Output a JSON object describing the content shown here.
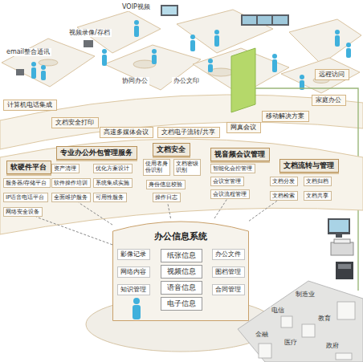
{
  "diagram": {
    "nodes": [
      {
        "text": [
          "计算机电话集成"
        ]
      },
      {
        "text": [
          "文档安全打印"
        ]
      },
      {
        "text": [
          "高速多媒体会议"
        ]
      },
      {
        "text": [
          "文档电子流转/共享"
        ]
      },
      {
        "text": [
          "网真会议"
        ]
      },
      {
        "text": [
          "移动解决方案"
        ]
      },
      {
        "text": [
          "远程访问"
        ]
      },
      {
        "text": [
          "家庭办公"
        ]
      },
      {
        "text": [
          "软硬件平台"
        ]
      },
      {
        "text": [
          "服务器/存储平台"
        ]
      },
      {
        "text": [
          "IP语音电话平台"
        ]
      },
      {
        "text": [
          "网络安全设备"
        ]
      },
      {
        "text": [
          "专业办公外包管理服务"
        ]
      },
      {
        "text": [
          "资产清理"
        ]
      },
      {
        "text": [
          "优化方案设计"
        ]
      },
      {
        "text": [
          "软件操作培训"
        ]
      },
      {
        "text": [
          "系统集成实施"
        ]
      },
      {
        "text": [
          "全面维护服务"
        ]
      },
      {
        "text": [
          "可用性服务"
        ]
      },
      {
        "text": [
          "文档安全"
        ]
      },
      {
        "text": [
          "使用者身份识别"
        ]
      },
      {
        "text": [
          "文档密级识别"
        ]
      },
      {
        "text": [
          "身份信息校验"
        ]
      },
      {
        "text": [
          "操作日志"
        ]
      },
      {
        "text": [
          "视音频会议管理"
        ]
      },
      {
        "text": [
          "智能化会控管理"
        ]
      },
      {
        "text": [
          "会议室管理"
        ]
      },
      {
        "text": [
          "会议流程管理"
        ]
      },
      {
        "text": [
          "文档流转与管理"
        ]
      },
      {
        "text": [
          "文档分发"
        ]
      },
      {
        "text": [
          "文档归档"
        ]
      },
      {
        "text": [
          "文档检索"
        ]
      },
      {
        "text": [
          "文档共享"
        ]
      },
      {
        "text": [
          "办公信息系统"
        ]
      },
      {
        "text": [
          "影像记录"
        ],
        "in": 33
      },
      {
        "text": [
          "网络内容"
        ],
        "in": 33
      },
      {
        "text": [
          "知识管理"
        ],
        "in": 33
      },
      {
        "text": [
          "纸张信息"
        ],
        "in": 33
      },
      {
        "text": [
          "视频信息"
        ],
        "in": 33
      },
      {
        "text": [
          "语音信息"
        ],
        "in": 33
      },
      {
        "text": [
          "电子信息"
        ],
        "in": 33
      },
      {
        "text": [
          "办公文件"
        ],
        "in": 33
      },
      {
        "text": [
          "图档管理"
        ],
        "in": 33
      },
      {
        "text": [
          "合同管理"
        ],
        "in": 33
      }
    ],
    "edges": [
      {
        "from": 33,
        "to": 11,
        "arrow": "none"
      },
      {
        "from": 33,
        "to": 17,
        "arrow": "none"
      },
      {
        "from": 33,
        "to": 23,
        "arrow": "none"
      },
      {
        "from": 33,
        "to": 27,
        "arrow": "none"
      },
      {
        "from": 33,
        "to": 31,
        "arrow": "none"
      }
    ],
    "labels": [
      "VOIP视频",
      "email整合通讯",
      "视频录像/存档",
      "协同办公",
      "办公文印",
      "制造业",
      "电信",
      "金融",
      "教育",
      "医疗",
      "政府"
    ]
  }
}
